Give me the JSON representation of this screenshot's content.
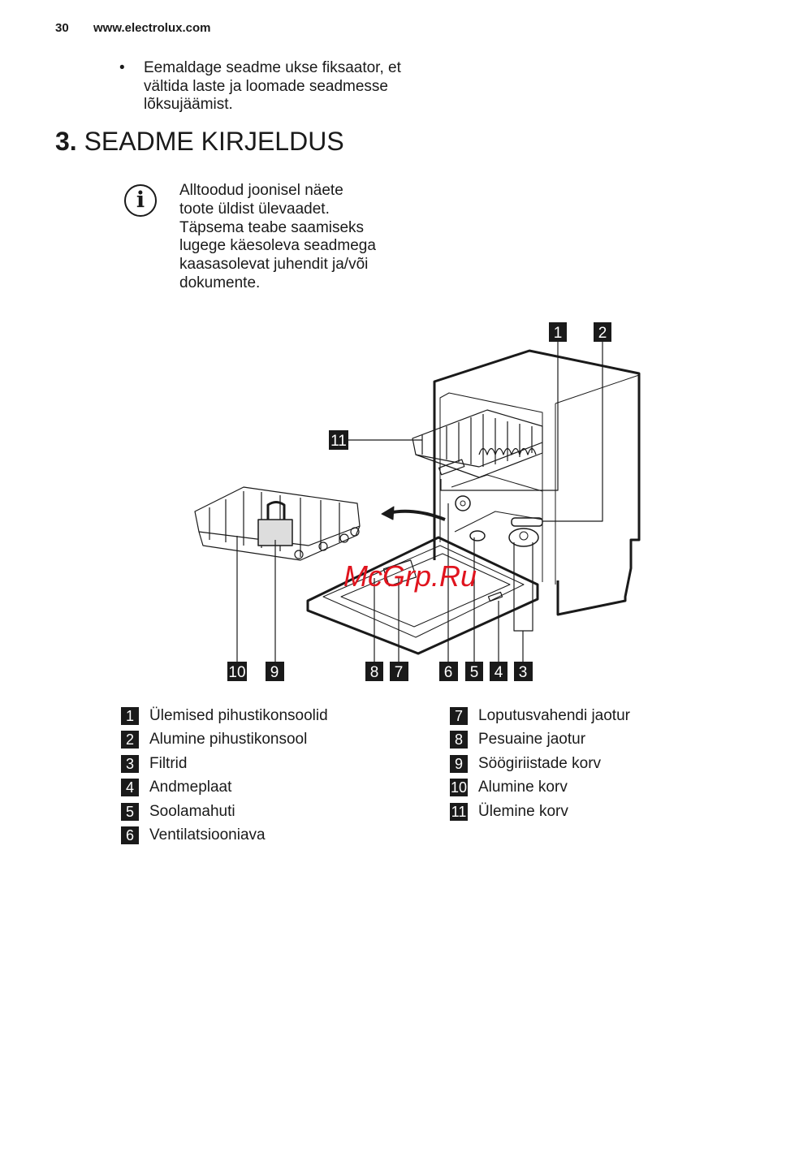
{
  "header": {
    "page_number": "30",
    "website": "www.electrolux.com"
  },
  "bullet": {
    "symbol": "•",
    "lines": [
      "Eemaldage seadme ukse fiksaator, et",
      "vältida laste ja loomade seadmesse",
      "lõksujäämist."
    ]
  },
  "section": {
    "number": "3.",
    "title": "SEADME KIRJELDUS"
  },
  "info": {
    "icon": "info-icon",
    "icon_glyph": "i",
    "lines": [
      "Alltoodud joonisel näete",
      "toote üldist ülevaadet.",
      "Täpsema teabe saamiseks",
      "lugege käesoleva seadmega",
      "kaasasolevat juhendit ja/või",
      "dokumente."
    ]
  },
  "diagram": {
    "callouts": {
      "c1": "1",
      "c2": "2",
      "c3": "3",
      "c4": "4",
      "c5": "5",
      "c6": "6",
      "c7": "7",
      "c8": "8",
      "c9": "9",
      "c10": "10",
      "c11": "11"
    },
    "watermark": "McGrp.Ru",
    "watermark_color": "#e0141e"
  },
  "legend": [
    {
      "num": "1",
      "label": "Ülemised pihustikonsoolid"
    },
    {
      "num": "2",
      "label": "Alumine pihustikonsool"
    },
    {
      "num": "3",
      "label": "Filtrid"
    },
    {
      "num": "4",
      "label": "Andmeplaat"
    },
    {
      "num": "5",
      "label": "Soolamahuti"
    },
    {
      "num": "6",
      "label": "Ventilatsiooniava"
    },
    {
      "num": "7",
      "label": "Loputusvahendi jaotur"
    },
    {
      "num": "8",
      "label": "Pesuaine jaotur"
    },
    {
      "num": "9",
      "label": "Söögiriistade korv"
    },
    {
      "num": "10",
      "label": "Alumine korv"
    },
    {
      "num": "11",
      "label": "Ülemine korv"
    }
  ]
}
